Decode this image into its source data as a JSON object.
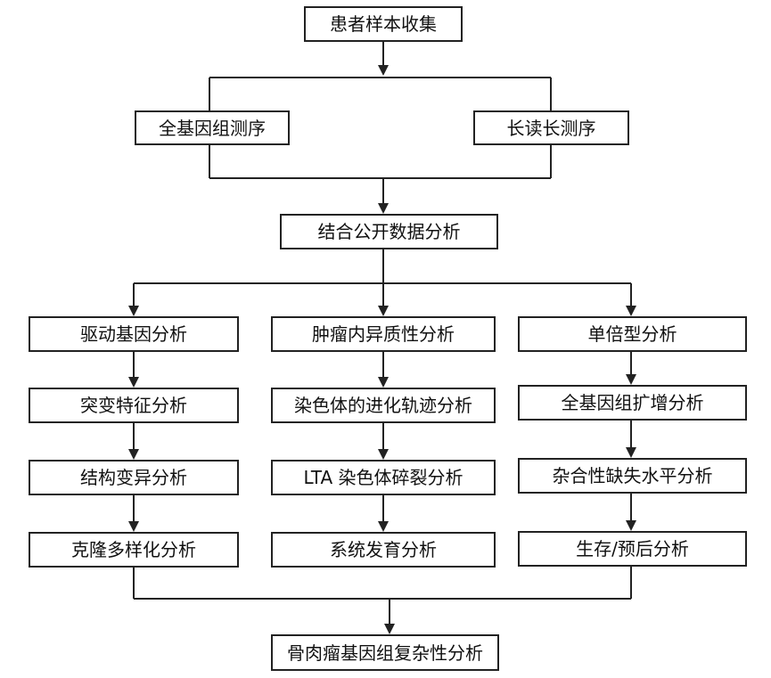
{
  "flowchart": {
    "start": "患者样本收集",
    "sequencing": {
      "left": "全基因组测序",
      "right": "长读长测序"
    },
    "integration": "结合公开数据分析",
    "columns": {
      "left": [
        "驱动基因分析",
        "突变特征分析",
        "结构变异分析",
        "克隆多样化分析"
      ],
      "middle": [
        "肿瘤内异质性分析",
        "染色体的进化轨迹分析",
        "LTA 染色体碎裂分析",
        "系统发育分析"
      ],
      "right": [
        "单倍型分析",
        "全基因组扩增分析",
        "杂合性缺失水平分析",
        "生存/预后分析"
      ]
    },
    "final": "骨肉瘤基因组复杂性分析"
  },
  "colors": {
    "line": "#222222",
    "box_border": "#222222",
    "background": "#ffffff"
  }
}
